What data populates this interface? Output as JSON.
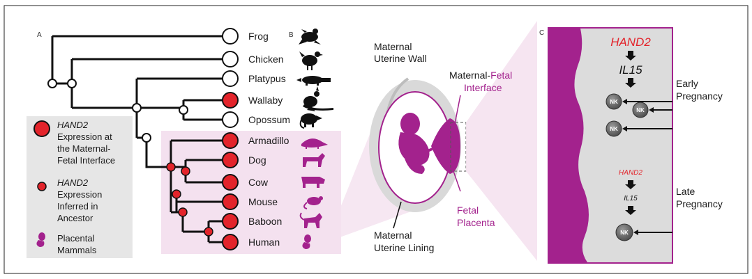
{
  "panel_a": {
    "label": "A",
    "taxa": [
      "Frog",
      "Chicken",
      "Platypus",
      "Wallaby",
      "Opossum",
      "Armadillo",
      "Dog",
      "Cow",
      "Mouse",
      "Baboon",
      "Human"
    ],
    "expression": [
      false,
      false,
      false,
      true,
      false,
      true,
      true,
      true,
      true,
      true,
      true
    ]
  },
  "legend": {
    "gene": "HAND2",
    "expr_line1": "Expression at",
    "expr_line2": "the Maternal-",
    "expr_line3": "Fetal Interface",
    "inferred_line1": "Expression",
    "inferred_line2": "Inferred in",
    "inferred_line3": "Ancestor",
    "placental_line1": "Placental",
    "placental_line2": "Mammals"
  },
  "panel_b": {
    "label": "B",
    "wall_line1": "Maternal",
    "wall_line2": "Uterine Wall",
    "interface_maternal": "Maternal-",
    "interface_fetal": "Fetal",
    "interface_line2": "Interface",
    "lining_line1": "Maternal",
    "lining_line2": "Uterine Lining",
    "placenta_line1": "Fetal",
    "placenta_line2": "Placenta"
  },
  "panel_c": {
    "label": "C",
    "gene_early": "HAND2",
    "target_early": "IL15",
    "gene_late": "HAND2",
    "target_late": "IL15",
    "cell": "NK",
    "early_line1": "Early",
    "early_line2": "Pregnancy",
    "late_line1": "Late",
    "late_line2": "Pregnancy"
  },
  "colors": {
    "expression": "#e3242b",
    "placental": "#a3228d",
    "placental_bg": "#f4e1ef",
    "legend_bg": "#e6e6e6"
  }
}
